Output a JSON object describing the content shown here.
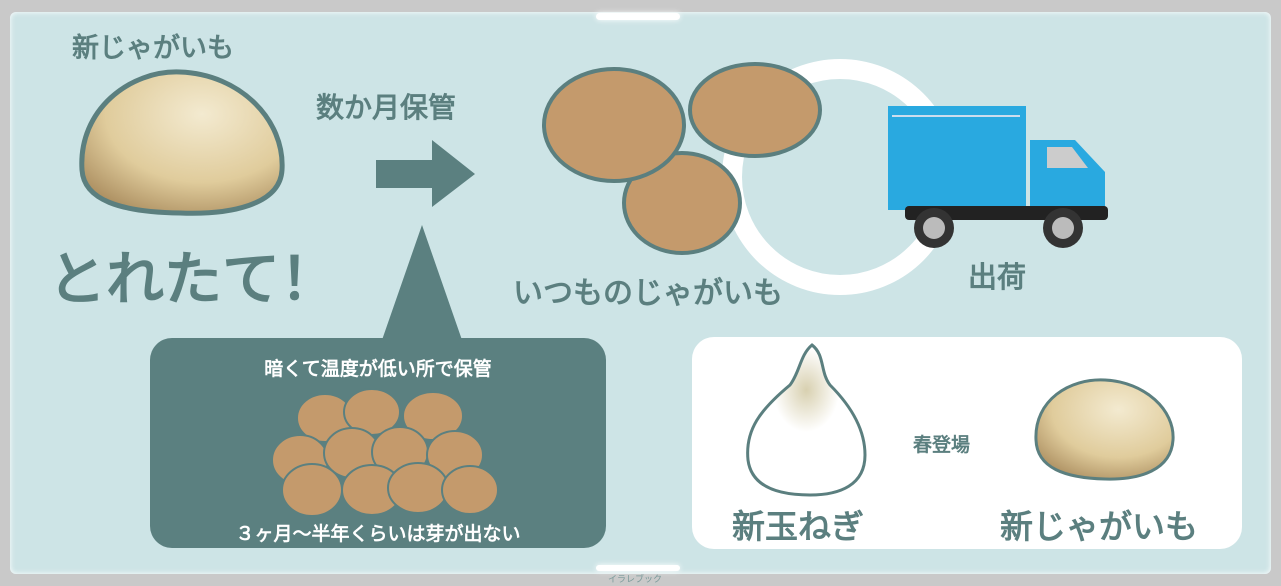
{
  "left": {
    "title": "新じゃがいも",
    "exclaim": "とれたて！"
  },
  "arrow": {
    "label": "数か月保管"
  },
  "middle": {
    "label": "いつものじゃがいも"
  },
  "truck": {
    "label": "出荷"
  },
  "storage": {
    "title": "暗くて温度が低い所で保管",
    "note": "３ヶ月〜半年くらいは芽が出ない"
  },
  "spring": {
    "onion": "新玉ねぎ",
    "center": "春登場",
    "potato": "新じゃがいも"
  },
  "watermark": "イラレブック",
  "colors": {
    "background": "#cde4e6",
    "text": "#5b7f7f",
    "potato": "#c49a6c",
    "truck": "#29a9e0"
  }
}
